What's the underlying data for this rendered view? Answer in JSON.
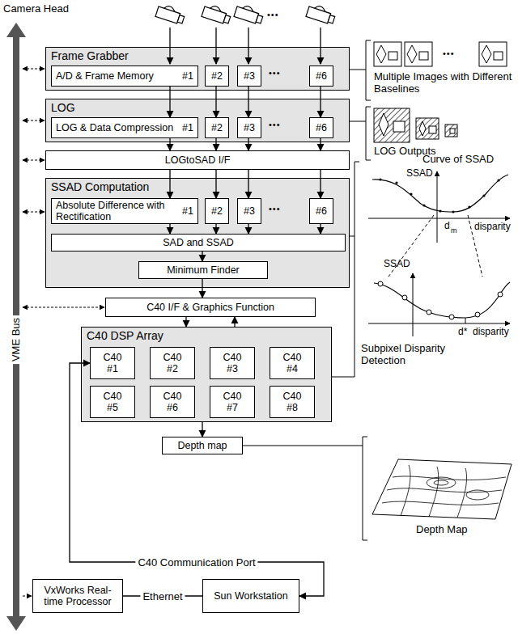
{
  "diagram": {
    "nodes": [
      {
        "text": [
          "Frame Grabber"
        ]
      },
      {
        "text": [
          "A/D & Frame Memory",
          "#1"
        ],
        "in": 0
      },
      {
        "text": [
          "#2"
        ],
        "in": 0
      },
      {
        "text": [
          "#3"
        ],
        "in": 0
      },
      {
        "text": [
          "#6"
        ],
        "in": 0
      },
      {
        "text": [
          "LOG"
        ]
      },
      {
        "text": [
          "LOG & Data Compression",
          "#1"
        ],
        "in": 5
      },
      {
        "text": [
          "#2"
        ],
        "in": 5
      },
      {
        "text": [
          "#3"
        ],
        "in": 5
      },
      {
        "text": [
          "#6"
        ],
        "in": 5
      },
      {
        "text": [
          "LOGtoSAD I/F"
        ]
      },
      {
        "text": [
          "SSAD Computation"
        ]
      },
      {
        "text": [
          "Absolute Difference with Rectification",
          "#1"
        ],
        "in": 11
      },
      {
        "text": [
          "#2"
        ],
        "in": 11
      },
      {
        "text": [
          "#3"
        ],
        "in": 11
      },
      {
        "text": [
          "#6"
        ],
        "in": 11
      },
      {
        "text": [
          "SAD and SSAD"
        ],
        "in": 11
      },
      {
        "text": [
          "Minimum Finder"
        ],
        "in": 11
      },
      {
        "text": [
          "C40 I/F & Graphics Function"
        ]
      },
      {
        "text": [
          "C40 DSP Array"
        ]
      },
      {
        "text": [
          "C40 #1"
        ],
        "in": 19
      },
      {
        "text": [
          "C40 #2"
        ],
        "in": 19
      },
      {
        "text": [
          "C40 #3"
        ],
        "in": 19
      },
      {
        "text": [
          "C40 #4"
        ],
        "in": 19
      },
      {
        "text": [
          "C40 #5"
        ],
        "in": 19
      },
      {
        "text": [
          "C40 #6"
        ],
        "in": 19
      },
      {
        "text": [
          "C40 #7"
        ],
        "in": 19
      },
      {
        "text": [
          "C40 #8"
        ],
        "in": 19
      },
      {
        "text": [
          "Depth map"
        ]
      },
      {
        "text": [
          "VxWorks Real-time Processor"
        ]
      },
      {
        "text": [
          "Sun Workstation"
        ]
      }
    ],
    "edges": [
      {
        "from": 1,
        "to": 6,
        "arrow": "to"
      },
      {
        "from": 2,
        "to": 7,
        "arrow": "to"
      },
      {
        "from": 3,
        "to": 8,
        "arrow": "to"
      },
      {
        "from": 4,
        "to": 9,
        "arrow": "to"
      },
      {
        "from": 6,
        "to": 10,
        "arrow": "to"
      },
      {
        "from": 7,
        "to": 10,
        "arrow": "to"
      },
      {
        "from": 8,
        "to": 10,
        "arrow": "to"
      },
      {
        "from": 9,
        "to": 10,
        "arrow": "to"
      },
      {
        "from": 10,
        "to": 12,
        "arrow": "to"
      },
      {
        "from": 10,
        "to": 13,
        "arrow": "to"
      },
      {
        "from": 10,
        "to": 14,
        "arrow": "to"
      },
      {
        "from": 10,
        "to": 15,
        "arrow": "to"
      },
      {
        "from": 12,
        "to": 16,
        "arrow": "to"
      },
      {
        "from": 13,
        "to": 16,
        "arrow": "to"
      },
      {
        "from": 14,
        "to": 16,
        "arrow": "to"
      },
      {
        "from": 15,
        "to": 16,
        "arrow": "to"
      },
      {
        "from": 16,
        "to": 17,
        "arrow": "to"
      },
      {
        "from": 17,
        "to": 18,
        "arrow": "to"
      },
      {
        "from": 18,
        "to": 19,
        "arrow": "to"
      },
      {
        "from": 19,
        "to": 18,
        "arrow": "to"
      },
      {
        "from": 19,
        "to": 28,
        "arrow": "to"
      },
      {
        "from": 29,
        "to": 30,
        "label": "Ethernet",
        "arrow": "none"
      },
      {
        "from": 20,
        "to": 30,
        "label": "C40 Communication Port",
        "arrow": "both"
      }
    ],
    "labels": [
      "Camera Head",
      "•••",
      "•••",
      "•••",
      "•••",
      "•••",
      "Multiple Images with Different Baselines",
      "LOG Outputs",
      "Curve of SSAD",
      "SSAD",
      "disparity",
      "d",
      "m",
      "SSAD",
      "disparity",
      "d*",
      "Subpixel Disparity Detection",
      "Depth Map",
      "VME Bus"
    ]
  }
}
